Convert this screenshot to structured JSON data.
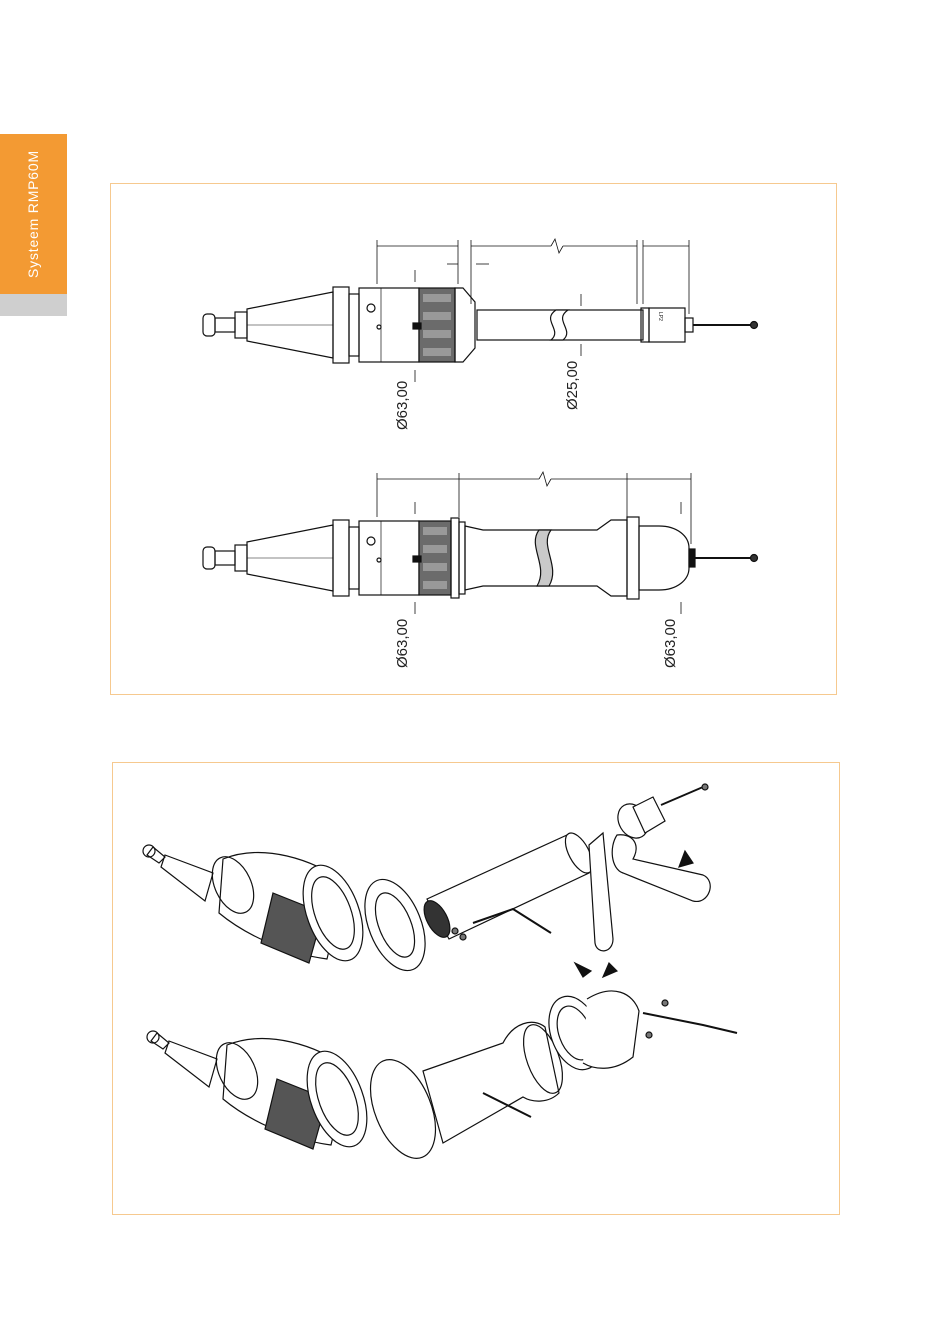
{
  "sidebar": {
    "title": "Systeem RMP60M"
  },
  "figure_top": {
    "upper_assembly": {
      "diameter_left": "Ø63,00",
      "diameter_right": "Ø25,00"
    },
    "lower_assembly": {
      "diameter_left": "Ø63,00",
      "diameter_right": "Ø63,00"
    }
  },
  "colors": {
    "accent": "#f39a33",
    "frame_border": "#f6c98f",
    "tab_grey": "#cfcfcf"
  }
}
